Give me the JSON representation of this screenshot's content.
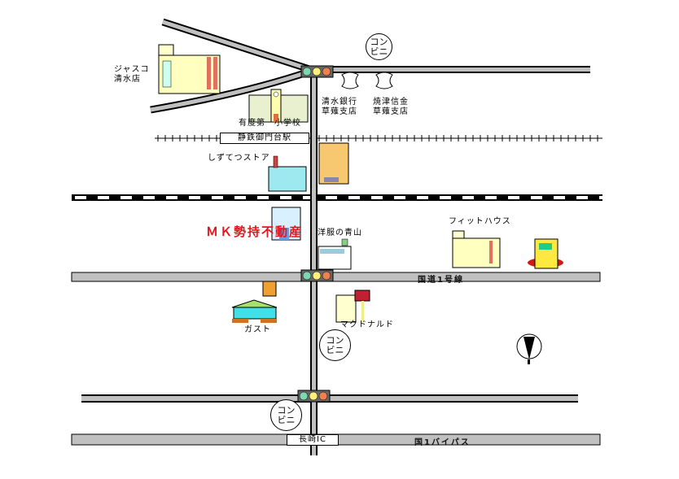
{
  "map": {
    "brand_label": "ＭＫ勢持不動産",
    "landmarks": {
      "jusco": [
        "ジャスコ",
        "清水店"
      ],
      "school": "有度第一小学校",
      "shimizu_bank": [
        "清水銀行",
        "草薙支店"
      ],
      "yaizu_shinkin": [
        "焼津信金",
        "草薙支店"
      ],
      "station": "静鉄御門台駅",
      "shizutetsu_store": "しずてつストア",
      "aoyama": "洋服の青山",
      "fit_house": "フィットハウス",
      "gusto": "ガスト",
      "mcdonalds": "マクドナルド",
      "nagasaki_ic": "長崎IC"
    },
    "konbini": [
      "コン\nビニ",
      "コン\nビニ",
      "コン\nビニ"
    ],
    "roads": {
      "route1": "国道1号線",
      "bypass": "国1バイパス"
    },
    "colors": {
      "road": "#c0c0c0",
      "brand": "#e8141c",
      "light_green": "#7fd6b0",
      "light_yellow": "#fff07a",
      "light_red": "#f08050"
    }
  }
}
